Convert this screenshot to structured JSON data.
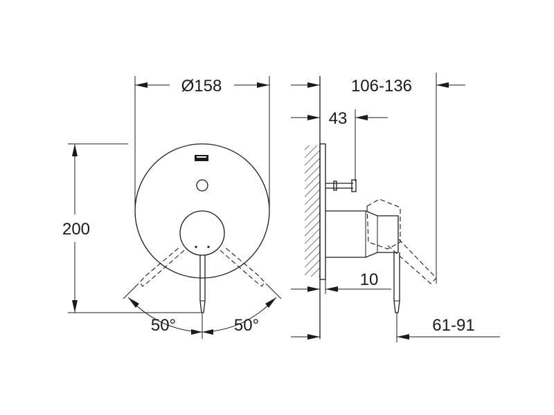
{
  "diagram": {
    "dimensions": {
      "diameter": "Ø158",
      "height": "200",
      "depth_range": "106-136",
      "stem_offset": "43",
      "lever_offset": "10",
      "install_range": "61-91",
      "angle_left": "50°",
      "angle_right": "50°"
    },
    "colors": {
      "line": "#1a1a1a",
      "background": "#ffffff"
    }
  }
}
